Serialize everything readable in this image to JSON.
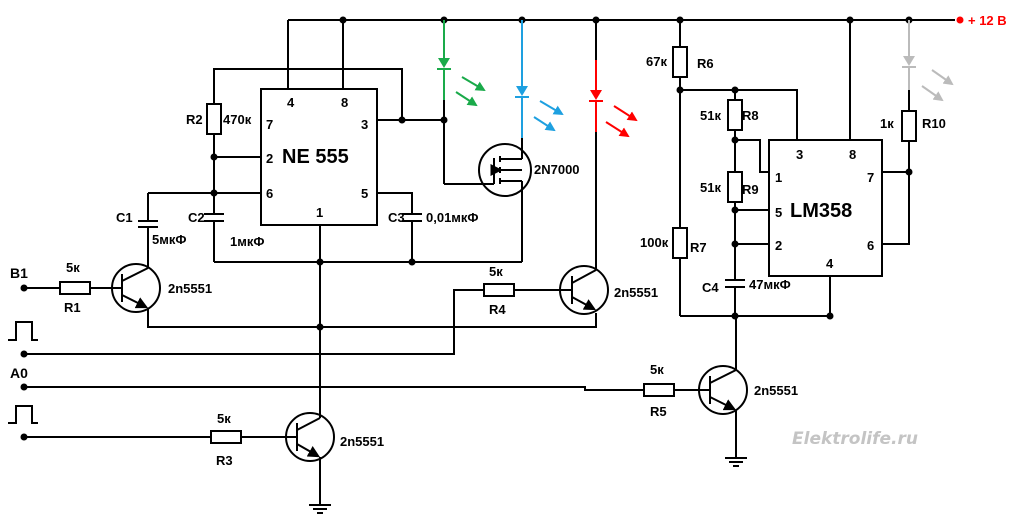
{
  "power": {
    "label": "+ 12 В",
    "color": "#ff0000"
  },
  "watermark": "Elektrolife.ru",
  "ic1": {
    "name": "NE 555",
    "pins": [
      "4",
      "8",
      "7",
      "3",
      "2",
      "6",
      "5",
      "1"
    ]
  },
  "ic2": {
    "name": "LM358",
    "pins": [
      "3",
      "8",
      "1",
      "7",
      "5",
      "2",
      "6",
      "4"
    ]
  },
  "inputs": {
    "b1": "B1",
    "a0": "A0"
  },
  "resistors": {
    "r1": {
      "ref": "R1",
      "value": "5к"
    },
    "r2": {
      "ref": "R2",
      "value": "470к"
    },
    "r3": {
      "ref": "R3",
      "value": "5к"
    },
    "r4": {
      "ref": "R4",
      "value": "5к"
    },
    "r5": {
      "ref": "R5",
      "value": "5к"
    },
    "r6": {
      "ref": "R6",
      "value": "67к"
    },
    "r7": {
      "ref": "R7",
      "value": "100к"
    },
    "r8": {
      "ref": "R8",
      "value": "51к"
    },
    "r9": {
      "ref": "R9",
      "value": "51к"
    },
    "r10": {
      "ref": "R10",
      "value": "1к"
    }
  },
  "capacitors": {
    "c1": {
      "ref": "C1",
      "value": "5мкФ"
    },
    "c2": {
      "ref": "C2",
      "value": "1мкФ"
    },
    "c3": {
      "ref": "C3",
      "value": "0,01мкФ"
    },
    "c4": {
      "ref": "C4",
      "value": "47мкФ"
    }
  },
  "transistors": {
    "q1": "2n5551",
    "q2": "2n5551",
    "q3": "2n5551",
    "q4": "2n5551",
    "mosfet": "2N7000"
  },
  "led_colors": {
    "green": "#1aaa4a",
    "blue": "#1ea0e0",
    "red": "#ff0000",
    "gray": "#bbbbbb"
  }
}
